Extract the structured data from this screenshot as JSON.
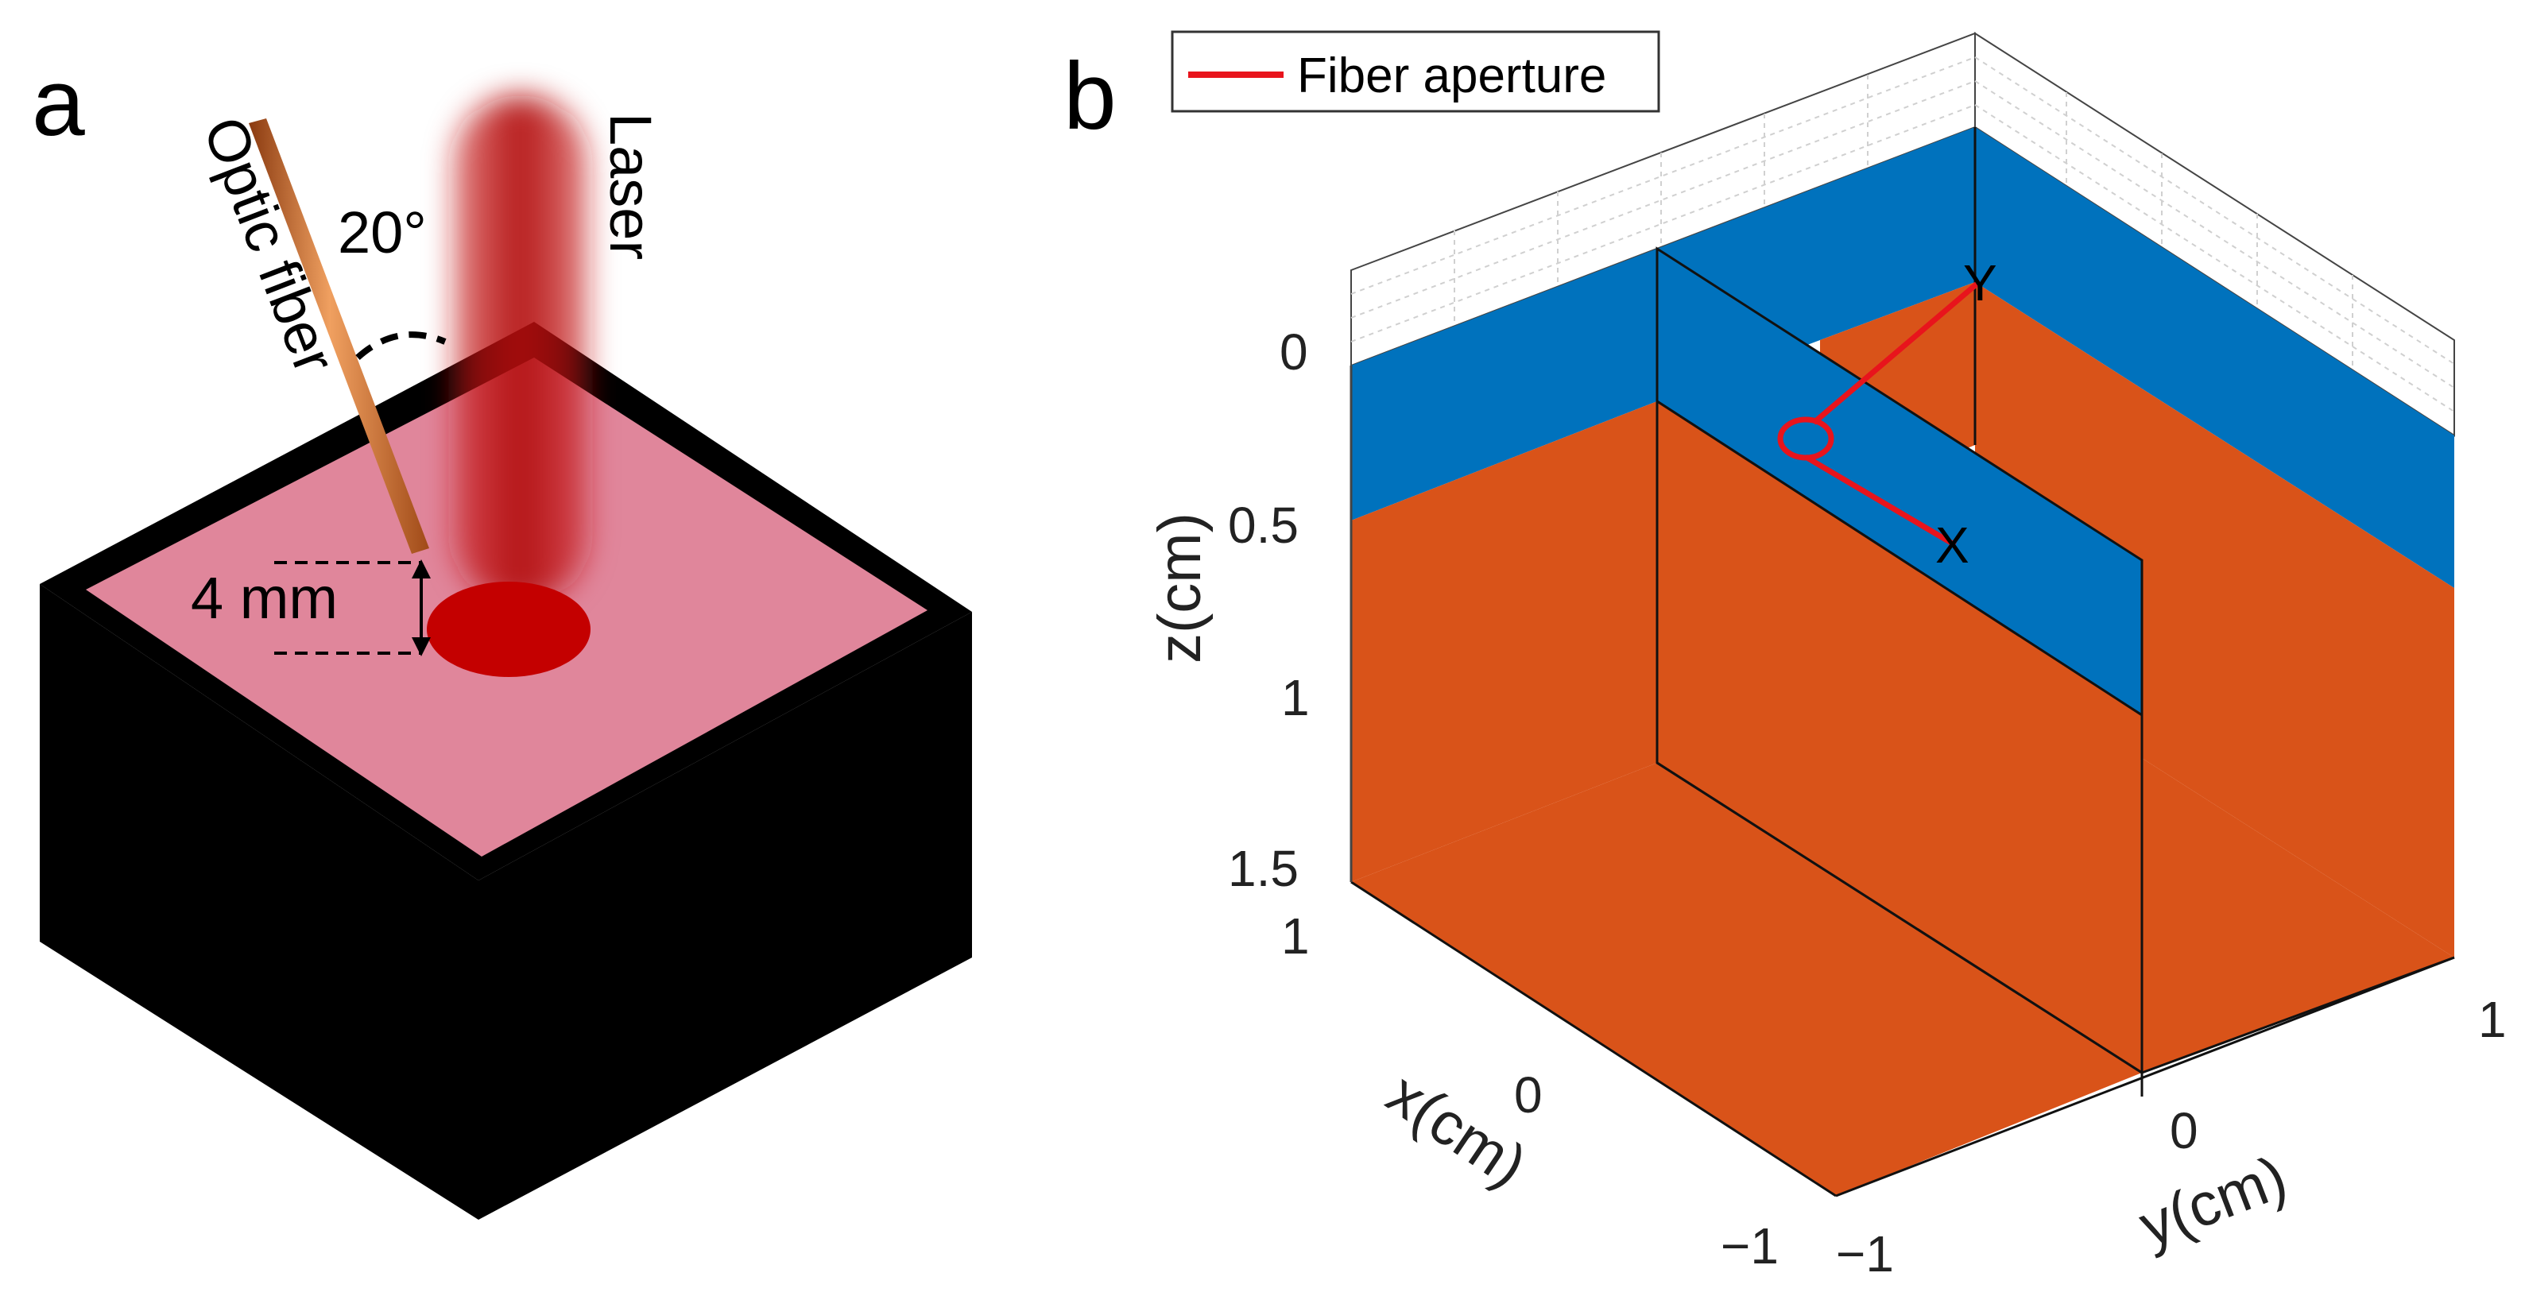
{
  "panel_a": {
    "label": "a",
    "fiber_label": "Optic fiber",
    "laser_label": "Laser",
    "angle_label": "20°",
    "distance_label": "4 mm"
  },
  "panel_b": {
    "label": "b",
    "legend": {
      "entry": "Fiber aperture",
      "color": "#e8141c"
    },
    "z_axis": {
      "title": "z(cm)",
      "ticks": [
        "0",
        "0.5",
        "1",
        "1.5"
      ]
    },
    "x_axis": {
      "title": "x(cm)",
      "ticks": [
        "1",
        "0",
        "−1"
      ]
    },
    "y_axis": {
      "title": "y(cm)",
      "ticks": [
        "−1",
        "0",
        "1"
      ]
    },
    "frame_labels": {
      "x": "X",
      "y": "Y"
    },
    "colors": {
      "top_layer": "#0072bd",
      "bottom_layer": "#d95319"
    }
  }
}
